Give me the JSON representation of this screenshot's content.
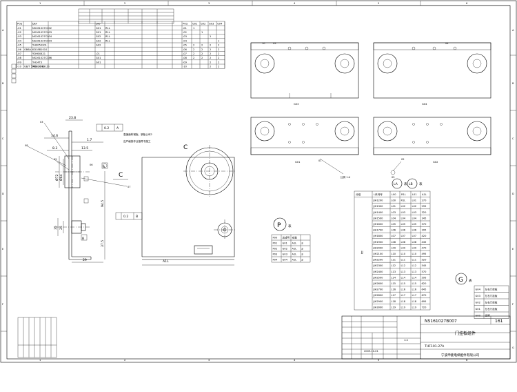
{
  "frame": {
    "col_numbers": [
      "1",
      "2",
      "3",
      "4",
      "5",
      "6"
    ],
    "row_letters": [
      "A",
      "B",
      "C",
      "D",
      "E",
      "F",
      "G"
    ]
  },
  "parts_table": {
    "header": [
      "POS",
      "",
      "DEF",
      "",
      "",
      "L00",
      "",
      "",
      "",
      "",
      "",
      "",
      "POS",
      "G01",
      "G02",
      "G03",
      "G04"
    ],
    "rows": [
      [
        "-01",
        "",
        "NS161027C002",
        "G01",
        "R1L",
        "-01",
        "1",
        "",
        "",
        ""
      ],
      [
        "-02",
        "",
        "NS161027C003",
        "G01",
        "R1L",
        "-02",
        "",
        "1",
        "",
        ""
      ],
      [
        "-03",
        "",
        "NS161027C004",
        "G02",
        "R1L",
        "-03",
        "",
        "",
        "1",
        ""
      ],
      [
        "-04",
        "",
        "NS161027C004",
        "G02",
        "R1L",
        "-04",
        "",
        "",
        "",
        "1"
      ],
      [
        "-05",
        "",
        "YH0050301",
        "G02",
        "",
        "-05",
        "2",
        "2",
        "2",
        "2"
      ],
      [
        "-06",
        "GB6A",
        "KD18B1010",
        "",
        "",
        "-06",
        "2",
        "2",
        "2",
        "2"
      ],
      [
        "-07",
        "",
        "YDH00421",
        "-01",
        "",
        "-07",
        "2",
        "2",
        "2",
        "2"
      ],
      [
        "-08",
        "",
        "NS161027C186",
        "G01",
        "",
        "-08",
        "2",
        "2",
        "2",
        "2"
      ],
      [
        "-09",
        "",
        "YH14T3",
        "G01",
        "",
        "-09",
        "",
        "",
        "2",
        "2"
      ],
      [
        "-10",
        "GB/T 5783-2000",
        "M6X16 8.8 Zn",
        "",
        "",
        "-10",
        "",
        "",
        "2",
        "2"
      ]
    ]
  },
  "detail_view": {
    "dims": [
      "23.8",
      "14.6",
      "1.7",
      "8.3",
      "13.5",
      "Ø72",
      "Ø64",
      "94.5",
      "35",
      "25",
      "37.5",
      "29",
      "A1L"
    ],
    "labels": [
      "C",
      "C",
      "A",
      "B"
    ],
    "tolerances": [
      {
        "value": "0.2",
        "datum": "A"
      },
      {
        "value": "0.2",
        "datum": "B"
      }
    ],
    "balloons": [
      "03",
      "08",
      "05",
      "02",
      "07",
      "06",
      "09"
    ]
  },
  "assembly_views": {
    "labels": [
      "G03",
      "G04",
      "G01",
      "G02"
    ],
    "balloons": [
      "10",
      "09",
      "04",
      "01",
      "02",
      "05",
      "06"
    ],
    "note": "比例 1:4"
  },
  "p_table": {
    "title_letter": "P",
    "title_suffix": "表",
    "header": [
      "P00",
      "总成号",
      "安装"
    ],
    "rows": [
      [
        "P01",
        "G01",
        "A1L",
        "JJ"
      ],
      [
        "P02",
        "G02",
        "A1L",
        "JJ"
      ],
      [
        "P03",
        "G03",
        "A1L",
        "JJ"
      ],
      [
        "P04",
        "G04",
        "A1L",
        "JJ"
      ]
    ]
  },
  "la_table": {
    "title_left": "LA",
    "title_right": "LB",
    "suffix": "表",
    "header": [
      "分组",
      "L系列号",
      "L00",
      "R1L",
      "L01",
      "A1L"
    ],
    "group": "JJ",
    "rows": [
      [
        "JJH1200",
        "L00",
        "R1L",
        "L01",
        "270"
      ],
      [
        "JJH1300",
        "L01",
        "L02",
        "L02",
        "295"
      ],
      [
        "JJH1400",
        "L03",
        "L03",
        "L03",
        "320"
      ],
      [
        "JJH1500",
        "L04",
        "L04",
        "L04",
        "345"
      ],
      [
        "JJH1600",
        "L05",
        "L05",
        "L05",
        "370"
      ],
      [
        "JJH1700",
        "L06",
        "L06",
        "L06",
        "395"
      ],
      [
        "JJH1800",
        "L07",
        "L07",
        "L07",
        "420"
      ],
      [
        "JJH1900",
        "L08",
        "L08",
        "L08",
        "445"
      ],
      [
        "JJH2000",
        "L09",
        "L09",
        "L09",
        "470"
      ],
      [
        "JJH2100",
        "L10",
        "L10",
        "L10",
        "495"
      ],
      [
        "JJH2200",
        "L11",
        "L11",
        "L11",
        "520"
      ],
      [
        "JJH2300",
        "L12",
        "L12",
        "L12",
        "545"
      ],
      [
        "JJH2400",
        "L13",
        "L13",
        "L13",
        "570"
      ],
      [
        "JJH2500",
        "L14",
        "L14",
        "L14",
        "595"
      ],
      [
        "JJH2600",
        "L15",
        "L15",
        "L15",
        "620"
      ],
      [
        "JJH2700",
        "L16",
        "L16",
        "L16",
        "645"
      ],
      [
        "JJH2800",
        "L17",
        "L17",
        "L17",
        "670"
      ],
      [
        "JJH2900",
        "L18",
        "L18",
        "L18",
        "695"
      ],
      [
        "JJH3000",
        "L19",
        "L19",
        "L19",
        "720"
      ]
    ]
  },
  "g_table": {
    "title_letter": "G",
    "title_suffix": "表",
    "rows": [
      [
        "G04",
        "左右门挂板"
      ],
      [
        "G03",
        "左右门挂板"
      ],
      [
        "G02",
        "左右门挂板"
      ],
      [
        "G01",
        "左右门挂板"
      ],
      [
        "G00",
        "名称"
      ]
    ]
  },
  "title_block": {
    "drawing_no": "NS161027B007",
    "sheet": "161",
    "name": "门挂板组件",
    "material": "THF101-27A",
    "company": "宁波申菱电梯配件有限公司",
    "scale": "1:4",
    "date": "2009-10-01"
  }
}
